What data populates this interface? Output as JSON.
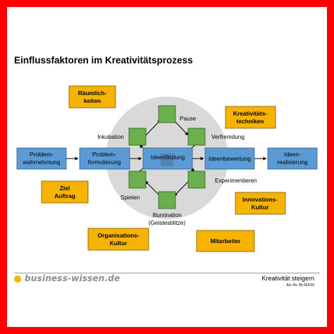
{
  "title": "Einflussfaktoren im Kreativitätsprozess",
  "process": {
    "left_outer": [
      "Problem-",
      "wahrnehmung"
    ],
    "left_inner": [
      "Problem-",
      "formulierung"
    ],
    "center": "Ideenfindung",
    "right_inner": "Ideenbewertung",
    "right_outer": [
      "Ideen-",
      "realisierung"
    ]
  },
  "cycle_steps": {
    "top": "Pause",
    "upper_left": "Inkubation",
    "upper_right": "Verfremdung",
    "lower_right": "Experimentieren",
    "lower_left": "Spielen",
    "bottom": [
      "Illumination",
      "(Geistesblitze)"
    ]
  },
  "factors": {
    "raeumlichkeiten": [
      "Räumlich-",
      "keiten"
    ],
    "kreativitaetstechniken": [
      "Kreativitäts-",
      "techniken"
    ],
    "ziel_auftrag": [
      "Ziel",
      "Auftrag"
    ],
    "innovationskultur": [
      "Innovations-",
      "Kultur"
    ],
    "organisationskultur": [
      "Organisations-",
      "Kultur"
    ],
    "mitarbeiter": "Mitarbeiter"
  },
  "footer": {
    "brand": "business-wissen.de",
    "topic": "Kreativität steigern",
    "article_no": "Art.-Nr. 99.024.06"
  },
  "colors": {
    "frame": "#ff0000",
    "process_box": "#5b9bd5",
    "factor_box": "#f6b300",
    "cycle_square": "#6ab04c",
    "cycle_circle": "#d9d9d9"
  }
}
